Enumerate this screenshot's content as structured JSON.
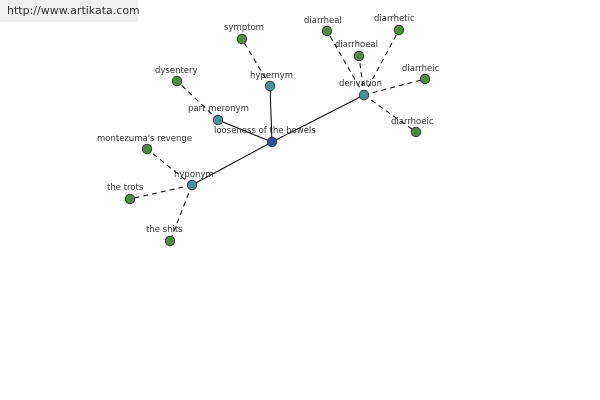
{
  "watermark": "http://www.artikata.com",
  "colors": {
    "center_node": "#3d4f94",
    "relation_node": "#4a9292",
    "leaf_node": "#4f8a43",
    "edge": "#000000",
    "node_border": "#333333"
  },
  "graph": {
    "center": {
      "id": "center",
      "label": "looseness of the bowels",
      "kind": "center"
    },
    "nodes": [
      {
        "id": "hypernym",
        "label": "hypernym",
        "kind": "relation",
        "parent": "center"
      },
      {
        "id": "part-meronym",
        "label": "part meronym",
        "kind": "relation",
        "parent": "center"
      },
      {
        "id": "derivation",
        "label": "derivation",
        "kind": "relation",
        "parent": "center"
      },
      {
        "id": "hyponym",
        "label": "hyponym",
        "kind": "relation",
        "parent": "center"
      },
      {
        "id": "symptom",
        "label": "symptom",
        "kind": "leaf",
        "parent": "hypernym"
      },
      {
        "id": "dysentery",
        "label": "dysentery",
        "kind": "leaf",
        "parent": "part-meronym"
      },
      {
        "id": "diarrheal",
        "label": "diarrheal",
        "kind": "leaf",
        "parent": "derivation"
      },
      {
        "id": "diarrhoeal",
        "label": "diarrhoeal",
        "kind": "leaf",
        "parent": "derivation"
      },
      {
        "id": "diarrhetic",
        "label": "diarrhetic",
        "kind": "leaf",
        "parent": "derivation"
      },
      {
        "id": "diarrheic",
        "label": "diarrheic",
        "kind": "leaf",
        "parent": "derivation"
      },
      {
        "id": "diarrhoeic",
        "label": "diarrhoeic",
        "kind": "leaf",
        "parent": "derivation"
      },
      {
        "id": "montezumas-revenge",
        "label": "montezuma's revenge",
        "kind": "leaf",
        "parent": "hyponym"
      },
      {
        "id": "the-trots",
        "label": "the trots",
        "kind": "leaf",
        "parent": "hyponym"
      },
      {
        "id": "the-shits",
        "label": "the shits",
        "kind": "leaf",
        "parent": "hyponym"
      }
    ]
  }
}
